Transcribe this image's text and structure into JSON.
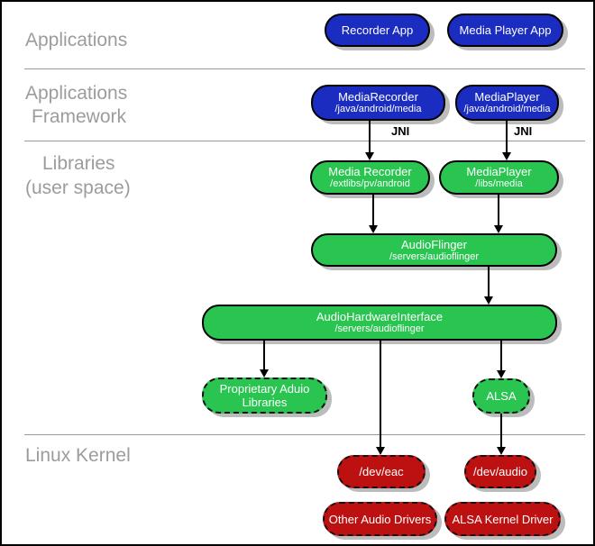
{
  "layers": {
    "applications": {
      "label": "Applications"
    },
    "framework": {
      "line1": "Applications",
      "line2": "Framework"
    },
    "libraries": {
      "line1": "Libraries",
      "line2": "(user space)"
    },
    "kernel": {
      "label": "Linux Kernel"
    }
  },
  "nodes": {
    "recorder_app": {
      "label": "Recorder App"
    },
    "media_player_app": {
      "label": "Media Player App"
    },
    "media_recorder_fw": {
      "label": "MediaRecorder",
      "path": "/java/android/media"
    },
    "media_player_fw": {
      "label": "MediaPlayer",
      "path": "/java/android/media"
    },
    "media_recorder_lib": {
      "label": "Media Recorder",
      "path": "/extlibs/pv/android"
    },
    "media_player_lib": {
      "label": "MediaPlayer",
      "path": "/libs/media"
    },
    "audioflinger": {
      "label": "AudioFlinger",
      "path": "/servers/audioflinger"
    },
    "audio_hardware_interface": {
      "label": "AudioHardwareInterface",
      "path": "/servers/audioflinger"
    },
    "proprietary_audio_libraries": {
      "label": "Proprietary Aduio Libraries"
    },
    "alsa": {
      "label": "ALSA"
    },
    "dev_eac": {
      "label": "/dev/eac"
    },
    "dev_audio": {
      "label": "/dev/audio"
    },
    "other_audio_drivers": {
      "label": "Other Audio Drivers"
    },
    "alsa_kernel_driver": {
      "label": "ALSA Kernel Driver"
    }
  },
  "edges": {
    "jni_label": "JNI"
  },
  "colors": {
    "app_blue": "#1b2cc0",
    "library_green": "#2ac551",
    "kernel_red": "#bd1111",
    "label_gray": "#9c9c9c",
    "shadow_gray": "#bcbcbc"
  }
}
